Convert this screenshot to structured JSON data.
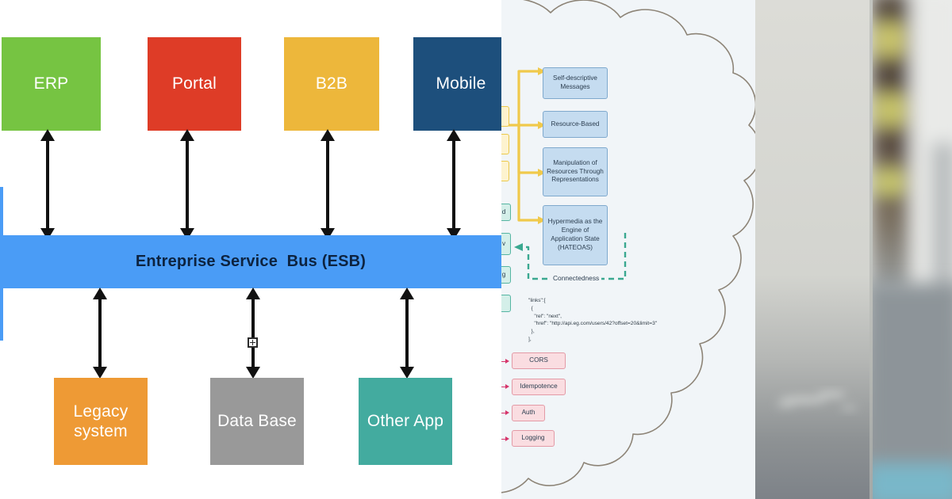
{
  "panels": {
    "left": {
      "name": "esb-architecture-diagram",
      "bus": {
        "label": "Entreprise Service  Bus (ESB)",
        "color": "#4a9cf6"
      },
      "top_nodes": [
        {
          "label": "ERP",
          "color": "#76c442"
        },
        {
          "label": "Portal",
          "color": "#de3c27"
        },
        {
          "label": "B2B",
          "color": "#edb73b"
        },
        {
          "label": "Mobile",
          "color": "#1d4f7c"
        }
      ],
      "bottom_nodes": [
        {
          "label_line1": "Legacy",
          "label_line2": "system",
          "color": "#ee9a35"
        },
        {
          "label_line1": "Data Base",
          "label_line2": "",
          "color": "#999999"
        },
        {
          "label_line1": "Other App",
          "label_line2": "",
          "color": "#43ab9f"
        }
      ],
      "icons": [
        "double-arrow-icon",
        "selection-handle-icon"
      ]
    },
    "middle": {
      "name": "rest-constraints-cloud-diagram",
      "background": "#f1f5f8",
      "blue_boxes": [
        {
          "label": "Self-descriptive Messages"
        },
        {
          "label": "Resource-Based"
        },
        {
          "label": "Manipulation of Resources Through Representations"
        },
        {
          "label": "Hypermedia as the Engine of Application State (HATEOAS)"
        }
      ],
      "connectedness_label": "Connectedness",
      "code_sample": "\"links\":[\n  {\n    \"rel\": \"next\",\n    \"href\": \"http://api.eg.com/users/42?offset=20&limit=3\"\n  },\n],",
      "pink_boxes": [
        {
          "label": "CORS"
        },
        {
          "label": "Idempotence"
        },
        {
          "label": "Auth"
        },
        {
          "label": "Logging"
        }
      ],
      "edge_fragments": [
        {
          "label": "",
          "color": "yellow"
        },
        {
          "label": "",
          "color": "yellow"
        },
        {
          "label": "",
          "color": "yellow"
        },
        {
          "label": "d",
          "color": "mint"
        },
        {
          "label": "v",
          "color": "mint"
        },
        {
          "label": "g",
          "color": "mint"
        },
        {
          "label": "",
          "color": "mint"
        }
      ],
      "accent_colors": {
        "blue_box_fill": "#c5dcf0",
        "yellow_connector": "#f0c94b",
        "teal_dashed": "#3aa890",
        "pink_box_fill": "#fadde1",
        "pink_arrow": "#d6356b"
      }
    },
    "right": {
      "name": "blurred-interior-photo",
      "description_colors": {
        "left_column": "#d6d7d2",
        "shelf_wood": "#6b5a4b",
        "shelf_accent": "#c8c46a",
        "wall_right": "#e7e8e6",
        "floor": "#8a9096",
        "bottom_teal": "#79b7c9"
      }
    }
  }
}
